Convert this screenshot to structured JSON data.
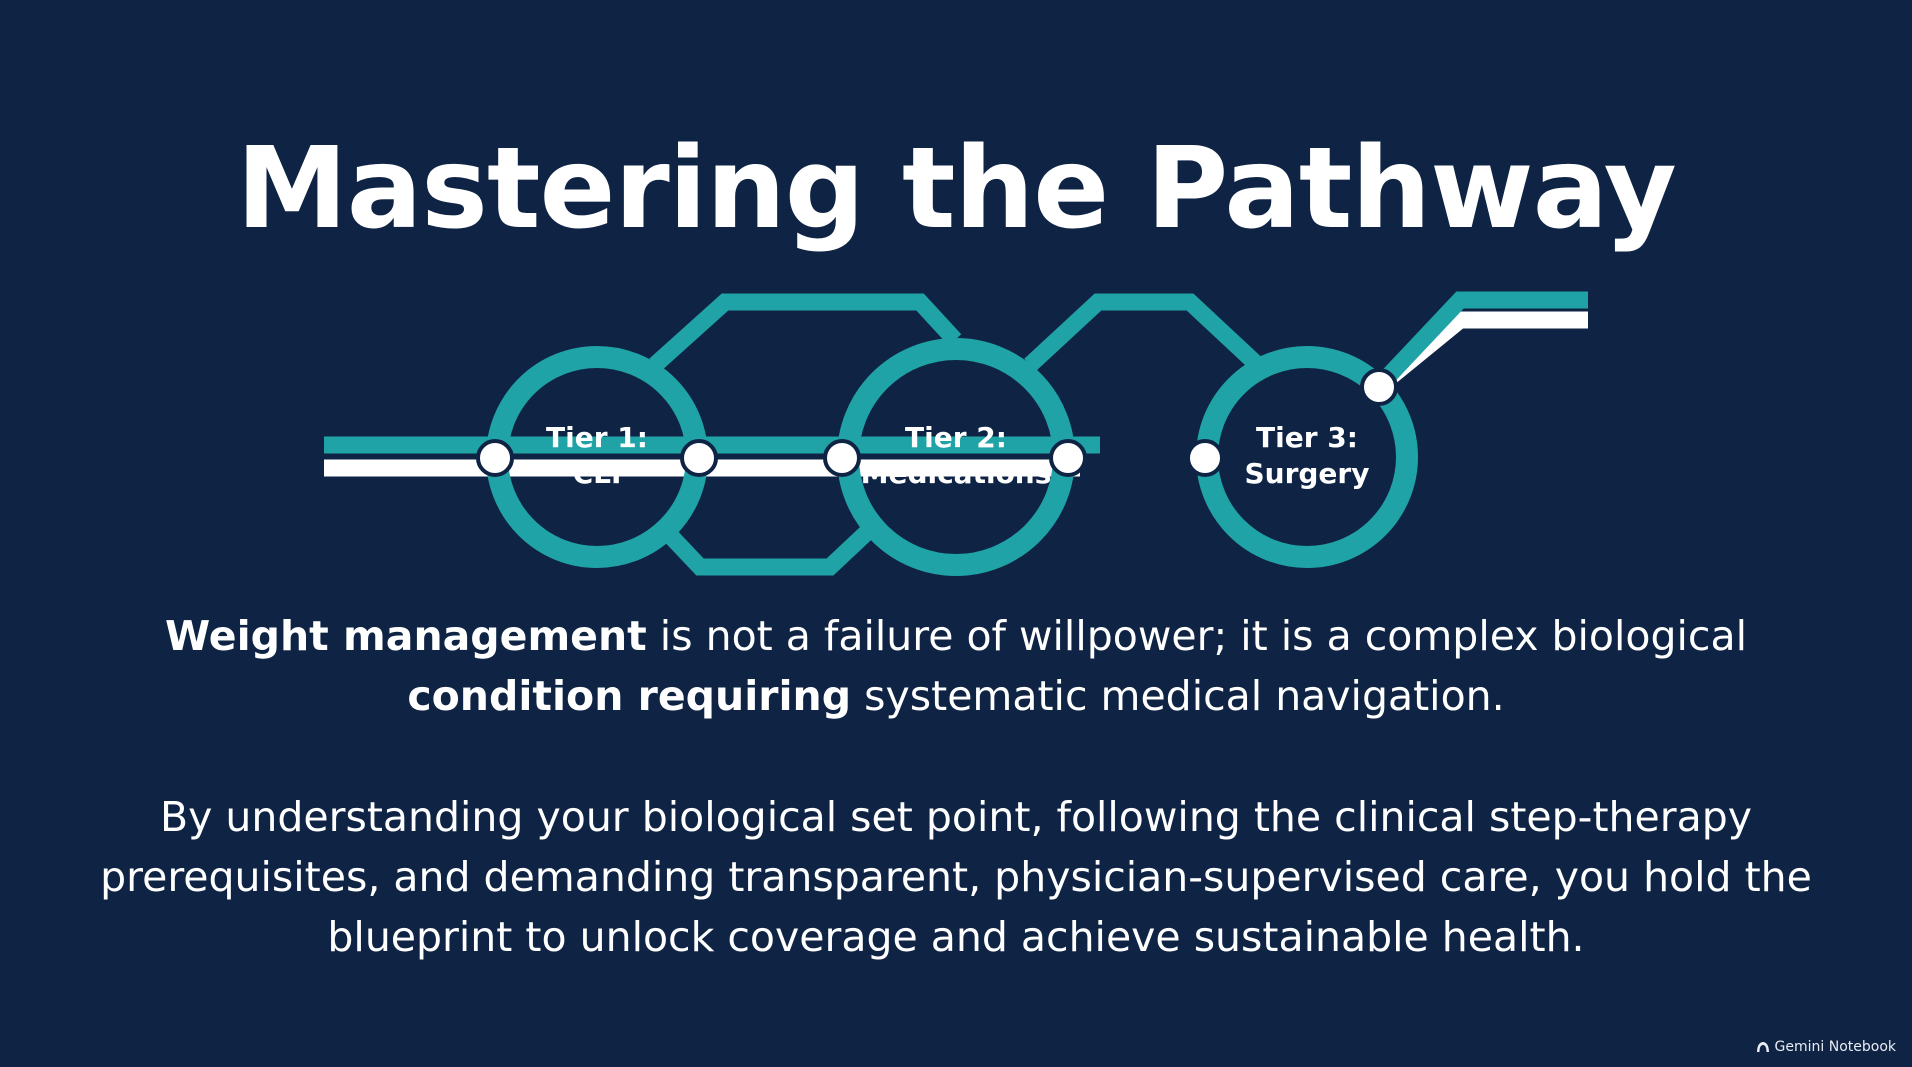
{
  "title": "Mastering the Pathway",
  "tiers": [
    {
      "line1": "Tier 1:",
      "line2": "CLI"
    },
    {
      "line1": "Tier 2:",
      "line2": "Medications"
    },
    {
      "line1": "Tier 3:",
      "line2": "Surgery"
    }
  ],
  "statement": {
    "bold1": "Weight management",
    "text1": " is not a failure of willpower; it is a complex biological ",
    "bold2": "condition requiring",
    "text2": " systematic medical navigation."
  },
  "body": "By understanding your biological set point, following the clinical step-therapy prerequisites, and demanding transparent, physician-supervised care, you hold the blueprint to unlock coverage and achieve sustainable health.",
  "brand": "Gemini Notebook",
  "colors": {
    "background": "#0f2444",
    "teal": "#1fa3a6",
    "white": "#ffffff"
  }
}
